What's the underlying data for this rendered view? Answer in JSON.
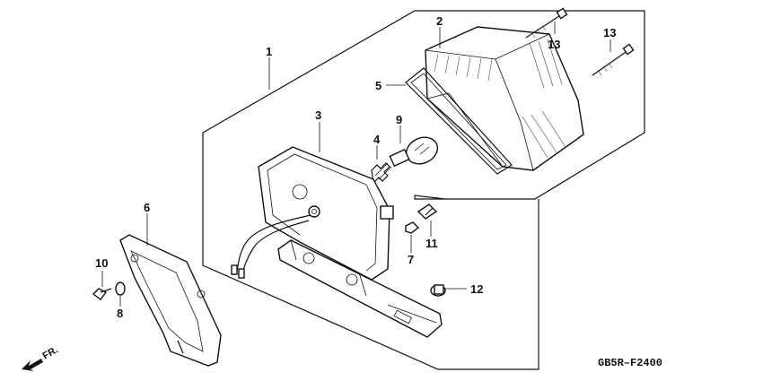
{
  "diagram": {
    "part_labels": [
      {
        "id": "1",
        "text": "1"
      },
      {
        "id": "2",
        "text": "2"
      },
      {
        "id": "3",
        "text": "3"
      },
      {
        "id": "4",
        "text": "4"
      },
      {
        "id": "5",
        "text": "5"
      },
      {
        "id": "6",
        "text": "6"
      },
      {
        "id": "7",
        "text": "7"
      },
      {
        "id": "8",
        "text": "8"
      },
      {
        "id": "9",
        "text": "9"
      },
      {
        "id": "10",
        "text": "10"
      },
      {
        "id": "11",
        "text": "11"
      },
      {
        "id": "12",
        "text": "12"
      },
      {
        "id": "13a",
        "text": "13"
      },
      {
        "id": "13b",
        "text": "13"
      }
    ],
    "diagram_code": "GB5R–F2400",
    "front_marker": "FR."
  }
}
